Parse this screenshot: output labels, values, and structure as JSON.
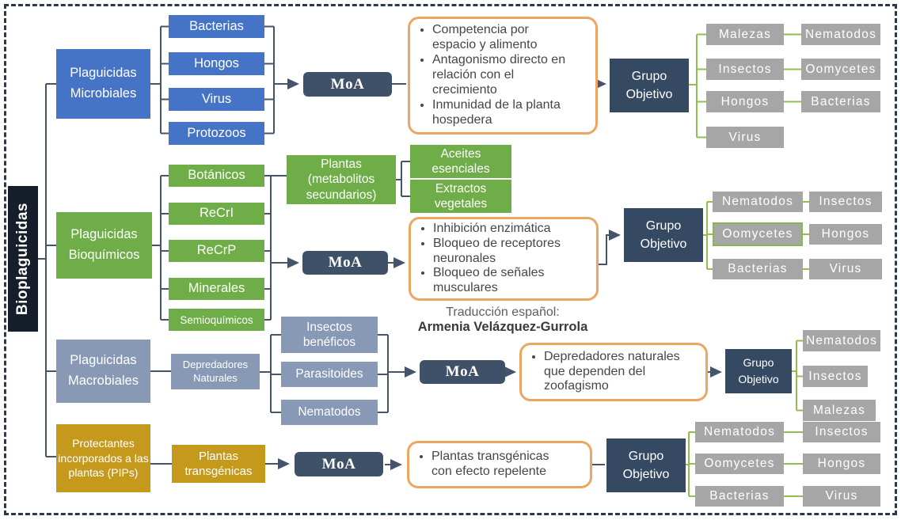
{
  "title": "Bioplaguicidas",
  "labels": {
    "moa": "MoA",
    "grupo": "Grupo Objetivo"
  },
  "translation": {
    "caption": "Traducción español:",
    "author": "Armenia Velázquez-Gurrola"
  },
  "branches": [
    {
      "name": "Plaguicidas Microbiales",
      "children": [
        "Bacterias",
        "Hongos",
        "Virus",
        "Protozoos"
      ],
      "moa_bullets": [
        "Competencia por espacio y alimento",
        "Antagonismo directo en relación con el crecimiento",
        "Inmunidad de la planta hospedera"
      ],
      "targets_col1": [
        "Malezas",
        "Insectos",
        "Hongos",
        "Virus"
      ],
      "targets_col2": [
        "Nematodos",
        "Oomycetes",
        "Bacterias"
      ]
    },
    {
      "name": "Plaguicidas Bioquímicos",
      "children": [
        "Botánicos",
        "ReCrI",
        "ReCrP",
        "Minerales",
        "Semioquímicos"
      ],
      "plantas": "Plantas (metabolitos secundarios)",
      "plantas_children": [
        "Aceites esenciales",
        "Extractos vegetales"
      ],
      "moa_bullets": [
        "Inhibición enzimática",
        "Bloqueo de receptores neuronales",
        "Bloqueo de señales musculares"
      ],
      "targets_col1": [
        "Nematodos",
        "Oomycetes",
        "Bacterias"
      ],
      "targets_col2": [
        "Insectos",
        "Hongos",
        "Virus"
      ]
    },
    {
      "name": "Plaguicidas Macrobiales",
      "intermediate": "Depredadores Naturales",
      "children": [
        "Insectos benéficos",
        "Parasitoides",
        "Nematodos"
      ],
      "moa_bullets": [
        "Depredadores naturales que dependen del zoofagismo"
      ],
      "targets_col1": [
        "Nematodos",
        "Insectos",
        "Malezas"
      ]
    },
    {
      "name": "Protectantes incorporados a las plantas (PIPs)",
      "intermediate": "Plantas transgénicas",
      "moa_bullets": [
        "Plantas transgénicas con efecto repelente"
      ],
      "targets_col1": [
        "Nematodos",
        "Oomycetes",
        "Bacterias"
      ],
      "targets_col2": [
        "Insectos",
        "Hongos",
        "Virus"
      ]
    }
  ],
  "colors": {
    "microbial_blue": "#4574c6",
    "biochemical_green": "#6ead47",
    "macrobial_slate": "#8799b5",
    "pip_gold": "#c5991c",
    "moa_navy": "#3f5168",
    "grupo_navy": "#354962",
    "target_gray": "#a6a6a6",
    "connector_dark": "#44546a",
    "connector_green": "#8fbf4d",
    "bullet_border_orange": "#eda661",
    "root_black": "#161d2b"
  }
}
